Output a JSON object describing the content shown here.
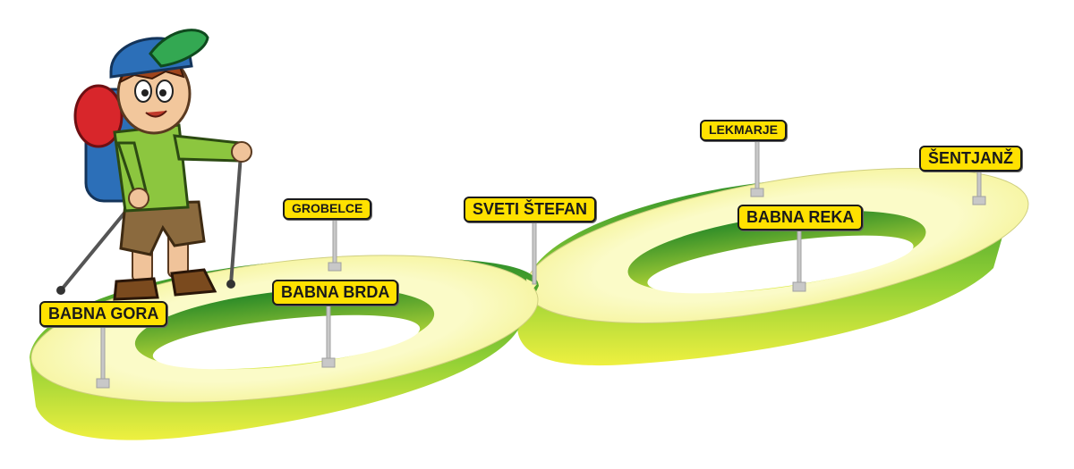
{
  "places": {
    "babna_gora": "BABNA GORA",
    "grobelce": "GROBELCE",
    "babna_brda": "BABNA BRDA",
    "sveti_stefan": "SVETI ŠTEFAN",
    "lekmarje": "LEKMARJE",
    "babna_reka": "BABNA REKA",
    "sentjanz": "ŠENTJANŽ"
  },
  "colors": {
    "label_fill": "#ffe100",
    "ring_top": "#f7f6a8",
    "ring_side_dark": "#2e8f2a",
    "ring_side_light": "#e9ee3c"
  }
}
